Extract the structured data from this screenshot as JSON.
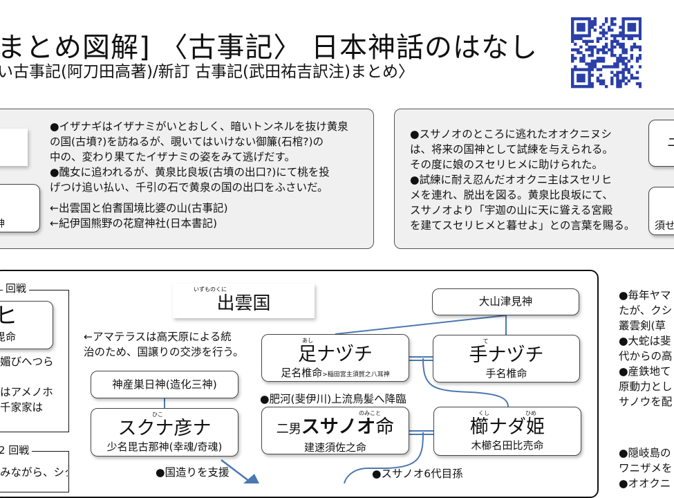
{
  "header": {
    "title": "まとめ図解] 〈古事記〉 日本神話のはなし",
    "subtitle": "い古事記(阿刀田高著)/新訂 古事記(武田祐吉訳注)まとめ〉",
    "qr_color": "#2b3fa8"
  },
  "panel1": {
    "partial_box_label": "神",
    "lines": [
      "●イザナギはイザナミがいとおしく、暗いトンネルを抜け黄泉",
      "の国(古墳?)を訪ねるが、覗いてはいけない御簾(石棺?)の",
      "中の、変わり果てたイザナミの姿をみて逃げだす。",
      "●醜女に追われるが、黄泉比良坂(古墳の出口?)にて桃を投",
      "げつけ追い払い、千引の石で黄泉の国の出口をふさいだ。"
    ],
    "notes": [
      "←出雲国と伯耆国境比婆の山(古事記)",
      "←紀伊国熊野の花窟神社(日本書記)"
    ]
  },
  "panel2": {
    "lines": [
      "●スサノオのところに逃れたオオクニヌシ",
      "は、将来の国神として試練を与えられる。",
      "その度に娘のスセリヒメに助けられた。",
      "●試練に耐え忍んだオオクニ主はスセリヒ",
      "メを連れ、脱出を図る。黄泉比良坂にて、",
      "スサノオより「宇迦の山に天に聳える宮殿",
      "を建てスセリヒメと暮せよ」との言葉を賜る。"
    ],
    "partial_box1": "ニ",
    "partial_box2": "須せ"
  },
  "main": {
    "round1": {
      "label": "回戦",
      "box_big": "ヒ",
      "box_sub": "毘命",
      "lines": [
        "媚びへつら",
        "",
        "はアメノホ",
        "千家家は"
      ]
    },
    "round2": {
      "label": "2 回戦",
      "lines": [
        "みながら、シタ"
      ]
    },
    "izumo": {
      "ruby": "いずものくに",
      "label": "出雲国"
    },
    "amaterasu_note": [
      "←アマテラスは高天原による統",
      "治のため、国譲りの交渉を行う。"
    ],
    "kamimusubi": "神産巣日神(造化三神)",
    "sukuna": {
      "ruby": "ひこ",
      "name": "スクナ彦ナ",
      "sub": "少名毘古那神(幸魂/奇魂)"
    },
    "support_note": "●国造りを支援",
    "ooyamatsumi": "大山津見神",
    "ashinazuchi": {
      "ruby": "あし",
      "name": "足ナヅチ",
      "sub": "足名椎命",
      "sub_small": ">稲田宮主須賀之八耳神"
    },
    "tenazuchi": {
      "ruby": "て",
      "name": "手ナヅチ",
      "sub": "手名椎命"
    },
    "descent_note": "●肥河(斐伊川)上流鳥髪へ降臨",
    "susanoo": {
      "prefix": "二男",
      "name": "スサノオ",
      "suffix": "命",
      "ruby": "のみこと",
      "sub": "建速須佐之命"
    },
    "kushinada": {
      "ruby1": "くし",
      "ruby2": "ひめ",
      "name": "櫛ナダ姫",
      "sub": "木櫛名田比売命"
    },
    "grandson_note": "●スサノオ6代目孫",
    "line_color": "#4a78b0"
  },
  "right": {
    "lines": [
      "●毎年ヤマ",
      "たが、クシ",
      "叢雲剣(草",
      "●大蛇は斐",
      "代からの高",
      "●産鉄地て",
      "原動力とし",
      "サノウを配"
    ],
    "lines2": [
      "●隠岐島の",
      "ワニザメを",
      "●オオクニ"
    ]
  }
}
